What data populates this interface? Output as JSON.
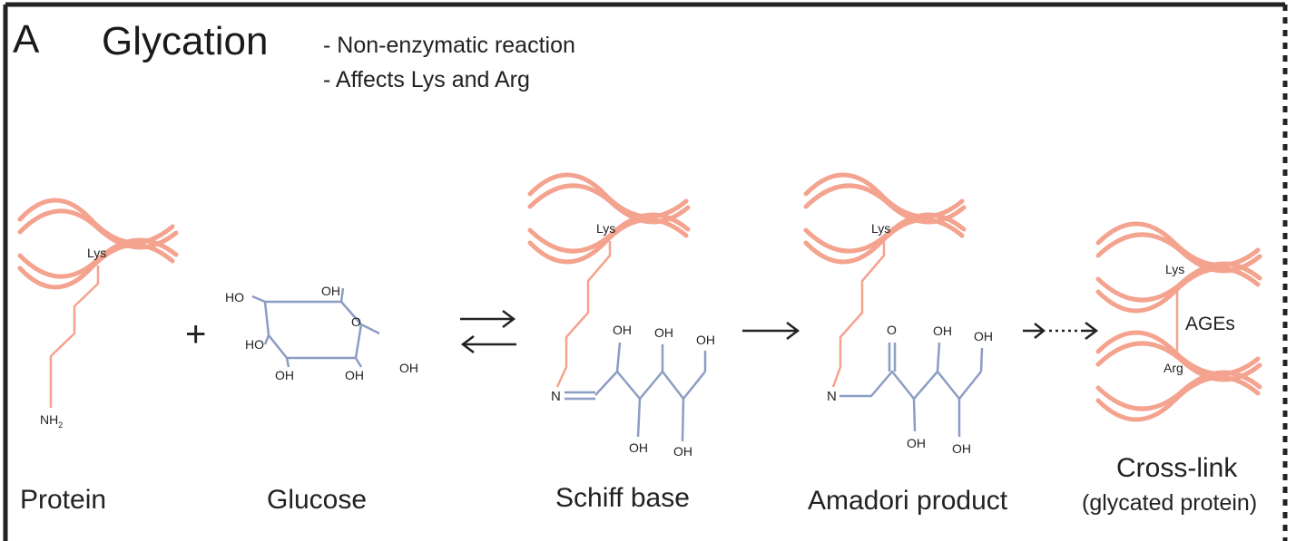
{
  "panel": {
    "letter": "A",
    "title": "Glycation"
  },
  "notes": [
    "- Non-enzymatic reaction",
    "- Affects Lys and Arg"
  ],
  "labels": {
    "lys": "Lys",
    "arg": "Arg",
    "nh2": "NH",
    "nh2_sub": "2",
    "n": "N",
    "o": "O",
    "oh": "OH",
    "ho": "HO",
    "plus": "+",
    "ages": "AGEs"
  },
  "captions": {
    "protein": "Protein",
    "glucose": "Glucose",
    "schiff": "Schiff base",
    "amadori": "Amadori product",
    "crosslink": "Cross-link",
    "crosslink_sub": "(glycated protein)"
  },
  "colors": {
    "protein": "#f4a38f",
    "sugar": "#8c9dc4",
    "text": "#222222",
    "frame": "#222222"
  }
}
